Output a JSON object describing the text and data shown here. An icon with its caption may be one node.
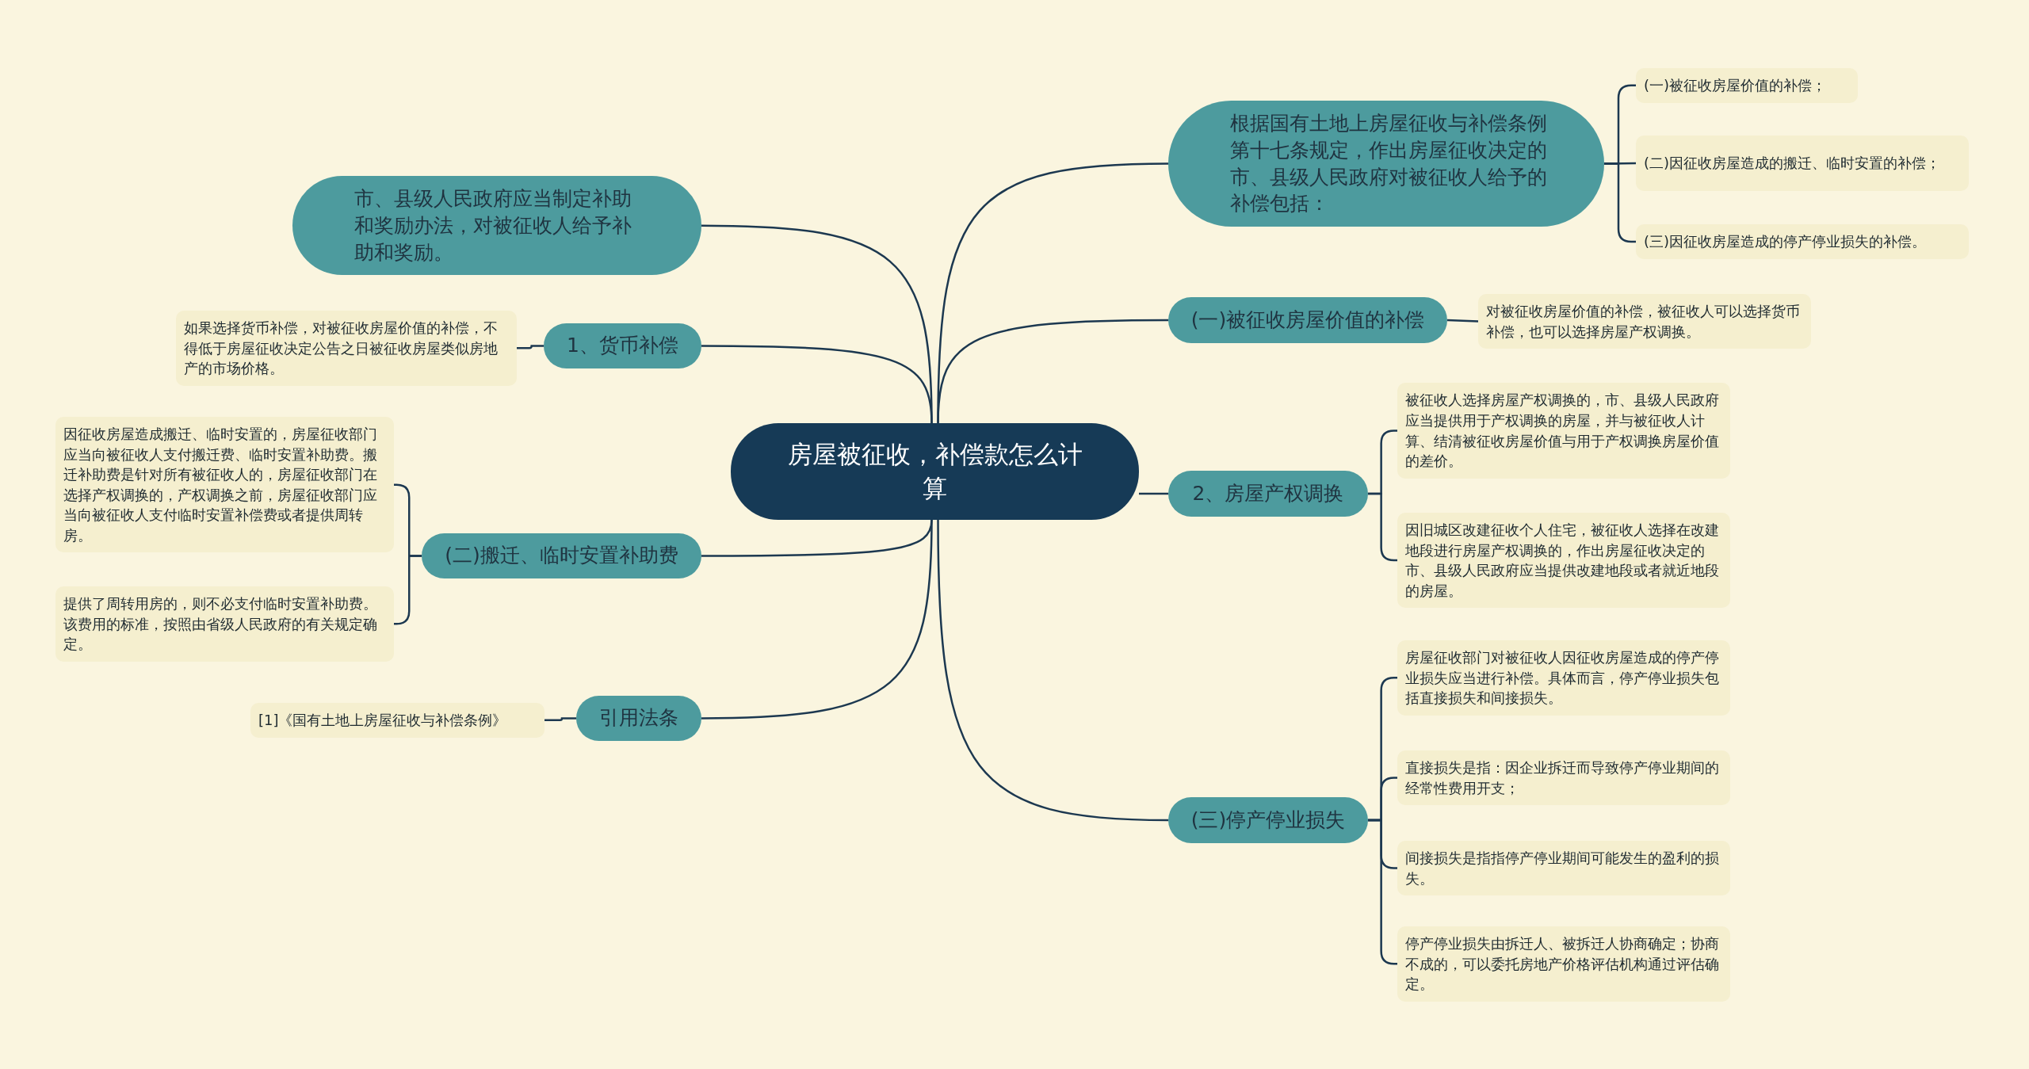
{
  "diagram": {
    "nodes": [
      {
        "text": [
          "房屋被征收，补偿款怎么计算"
        ]
      },
      {
        "text": [
          "根据国有土地上房屋征收与补偿条例第十七条规定，作出房屋征收决定的市、县级人民政府对被征收人给予的补偿包括："
        ]
      },
      {
        "text": [
          "(一)被征收房屋价值的补偿；"
        ]
      },
      {
        "text": [
          "(二)因征收房屋造成的搬迁、临时安置的补偿；"
        ]
      },
      {
        "text": [
          "(三)因征收房屋造成的停产停业损失的补偿。"
        ]
      },
      {
        "text": [
          "(一)被征收房屋价值的补偿"
        ]
      },
      {
        "text": [
          "对被征收房屋价值的补偿，被征收人可以选择货币补偿，也可以选择房屋产权调换。"
        ]
      },
      {
        "text": [
          "2、房屋产权调换"
        ]
      },
      {
        "text": [
          "被征收人选择房屋产权调换的，市、县级人民政府应当提供用于产权调换的房屋，并与被征收人计算、结清被征收房屋价值与用于产权调换房屋价值的差价。"
        ]
      },
      {
        "text": [
          "因旧城区改建征收个人住宅，被征收人选择在改建地段进行房屋产权调换的，作出房屋征收决定的市、县级人民政府应当提供改建地段或者就近地段的房屋。"
        ]
      },
      {
        "text": [
          "(三)停产停业损失"
        ]
      },
      {
        "text": [
          "房屋征收部门对被征收人因征收房屋造成的停产停业损失应当进行补偿。具体而言，停产停业损失包括直接损失和间接损失。"
        ]
      },
      {
        "text": [
          "直接损失是指：因企业拆迁而导致停产停业期间的经常性费用开支；"
        ]
      },
      {
        "text": [
          "间接损失是指指停产停业期间可能发生的盈利的损失。"
        ]
      },
      {
        "text": [
          "停产停业损失由拆迁人、被拆迁人协商确定；协商不成的，可以委托房地产价格评估机构通过评估确定。"
        ]
      },
      {
        "text": [
          "市、县级人民政府应当制定补助和奖励办法，对被征收人给予补助和奖励。"
        ]
      },
      {
        "text": [
          "1、货币补偿"
        ]
      },
      {
        "text": [
          "如果选择货币补偿，对被征收房屋价值的补偿，不得低于房屋征收决定公告之日被征收房屋类似房地产的市场价格。"
        ]
      },
      {
        "text": [
          "(二)搬迁、临时安置补助费"
        ]
      },
      {
        "text": [
          "因征收房屋造成搬迁、临时安置的，房屋征收部门应当向被征收人支付搬迁费、临时安置补助费。搬迁补助费是针对所有被征收人的，房屋征收部门在选择产权调换的，产权调换之前，房屋征收部门应当向被征收人支付临时安置补偿费或者提供周转房。"
        ]
      },
      {
        "text": [
          "提供了周转用房的，则不必支付临时安置补助费。该费用的标准，按照由省级人民政府的有关规定确定。"
        ]
      },
      {
        "text": [
          "引用法条"
        ]
      },
      {
        "text": [
          "[1]《国有土地上房屋征收与补偿条例》"
        ]
      }
    ],
    "edges": [
      {
        "from": 0,
        "to": 1,
        "arrow": "none"
      },
      {
        "from": 1,
        "to": 2,
        "arrow": "none"
      },
      {
        "from": 1,
        "to": 3,
        "arrow": "none"
      },
      {
        "from": 1,
        "to": 4,
        "arrow": "none"
      },
      {
        "from": 0,
        "to": 5,
        "arrow": "none"
      },
      {
        "from": 5,
        "to": 6,
        "arrow": "none"
      },
      {
        "from": 0,
        "to": 7,
        "arrow": "none"
      },
      {
        "from": 7,
        "to": 8,
        "arrow": "none"
      },
      {
        "from": 7,
        "to": 9,
        "arrow": "none"
      },
      {
        "from": 0,
        "to": 10,
        "arrow": "none"
      },
      {
        "from": 10,
        "to": 11,
        "arrow": "none"
      },
      {
        "from": 10,
        "to": 12,
        "arrow": "none"
      },
      {
        "from": 10,
        "to": 13,
        "arrow": "none"
      },
      {
        "from": 10,
        "to": 14,
        "arrow": "none"
      },
      {
        "from": 0,
        "to": 15,
        "arrow": "none"
      },
      {
        "from": 0,
        "to": 16,
        "arrow": "none"
      },
      {
        "from": 16,
        "to": 17,
        "arrow": "none"
      },
      {
        "from": 0,
        "to": 18,
        "arrow": "none"
      },
      {
        "from": 18,
        "to": 19,
        "arrow": "none"
      },
      {
        "from": 18,
        "to": 20,
        "arrow": "none"
      },
      {
        "from": 0,
        "to": 21,
        "arrow": "none"
      },
      {
        "from": 21,
        "to": 22,
        "arrow": "none"
      }
    ]
  }
}
